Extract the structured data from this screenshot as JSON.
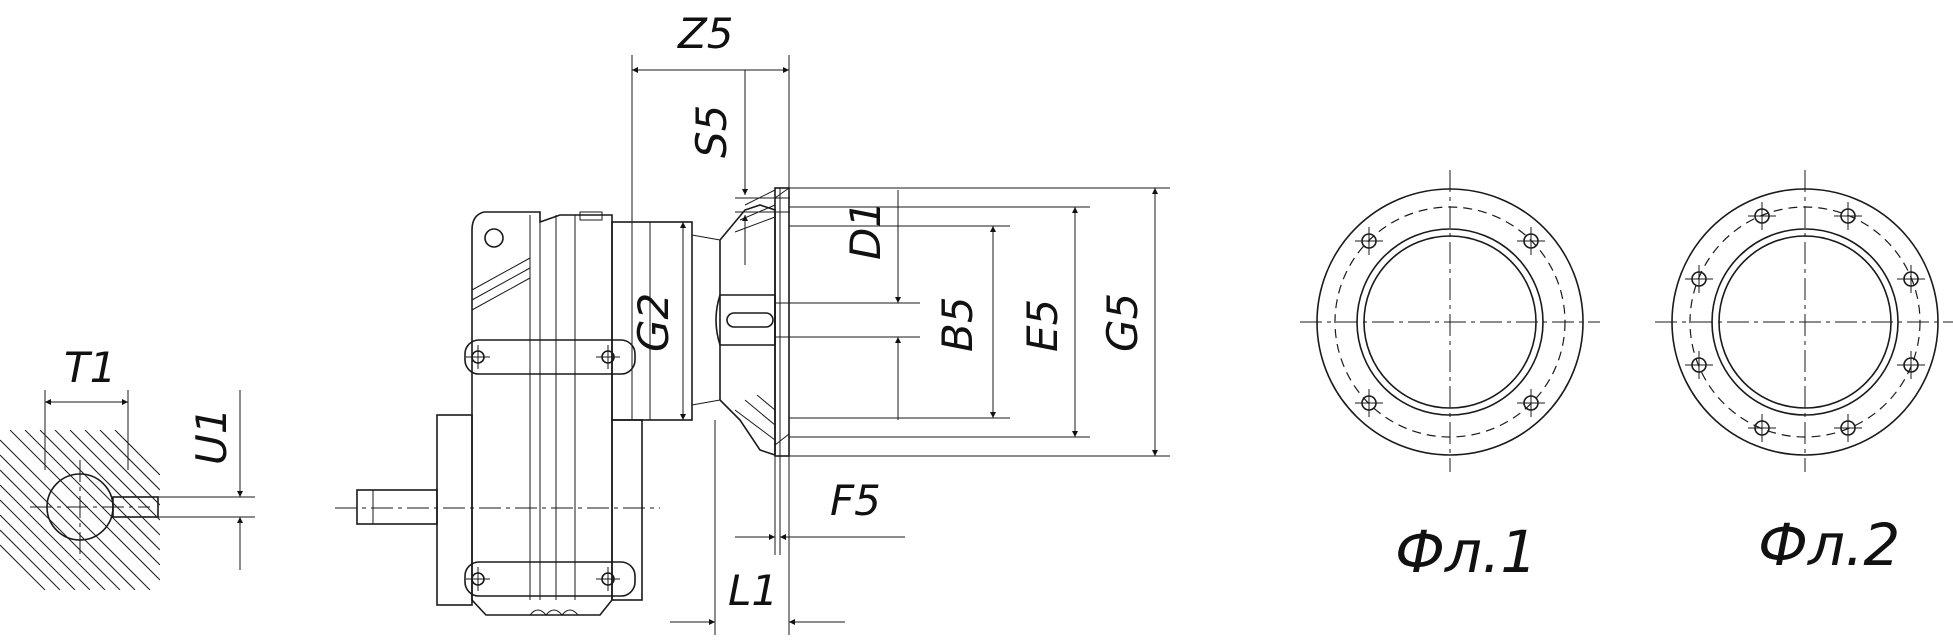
{
  "labels": {
    "z5": "Z5",
    "s5": "S5",
    "d1": "D1",
    "g2": "G2",
    "b5": "B5",
    "e5": "E5",
    "g5": "G5",
    "t1": "T1",
    "u1": "U1",
    "f5": "F5",
    "l1": "L1",
    "flange1": "Фл.1",
    "flange2": "Фл.2"
  },
  "colors": {
    "line": "#1a1a1a",
    "background": "#ffffff"
  }
}
